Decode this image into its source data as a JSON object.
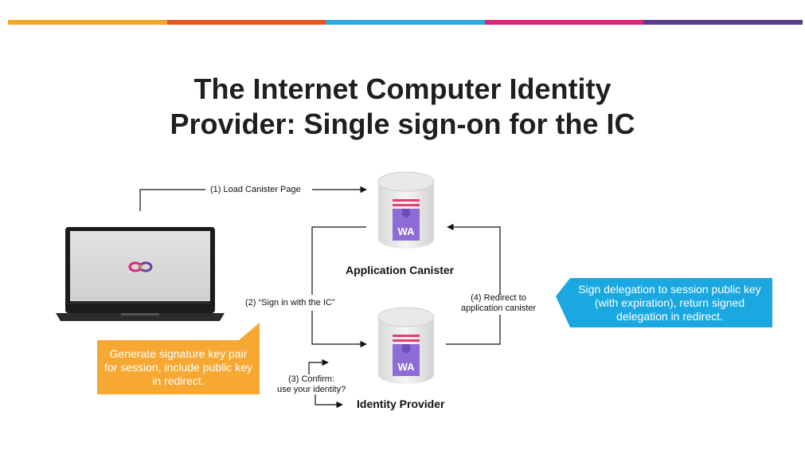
{
  "title": {
    "line1": "The Internet Computer Identity",
    "line2": "Provider: Single sign-on for the IC"
  },
  "top_bar_colors": [
    "#f5a623",
    "#e8561f",
    "#29a9e1",
    "#e0247b",
    "#5b3d8f"
  ],
  "diagram": {
    "nodes": {
      "app_canister": {
        "label": "Application Canister",
        "badge": "WA"
      },
      "identity_provider": {
        "label": "Identity Provider",
        "badge": "WA"
      },
      "laptop": {
        "icon": "infinity-logo-icon"
      }
    },
    "edges": {
      "step1": "(1) Load Canister Page",
      "step2": "(2) “Sign in with the IC”",
      "step3_line1": "(3) Confirm:",
      "step3_line2": "use your identity?",
      "step4_line1": "(4) Redirect to",
      "step4_line2": "application canister"
    },
    "callouts": {
      "orange": {
        "color": "#f7a833",
        "lines": [
          "Generate signature key pair",
          "for session, include public key",
          "in redirect."
        ]
      },
      "blue": {
        "color": "#1ba8e0",
        "lines": [
          "Sign delegation to session public key",
          "(with expiration), return signed",
          "delegation in redirect."
        ]
      }
    }
  }
}
